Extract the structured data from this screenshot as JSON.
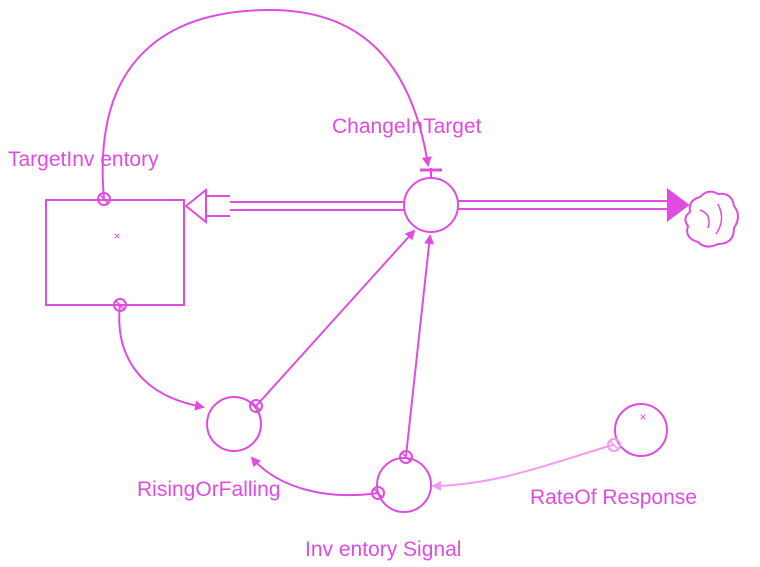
{
  "colors": {
    "primary": "#e04ce0",
    "light": "#f09cf0"
  },
  "labels": {
    "stock": "TargetInv entory",
    "flow": "ChangeInTarget",
    "rising": "RisingOrFalling",
    "signal": "Inv entory Signal",
    "rate": "RateOf Response"
  },
  "stock_mark": "×",
  "rate_mark": "×"
}
